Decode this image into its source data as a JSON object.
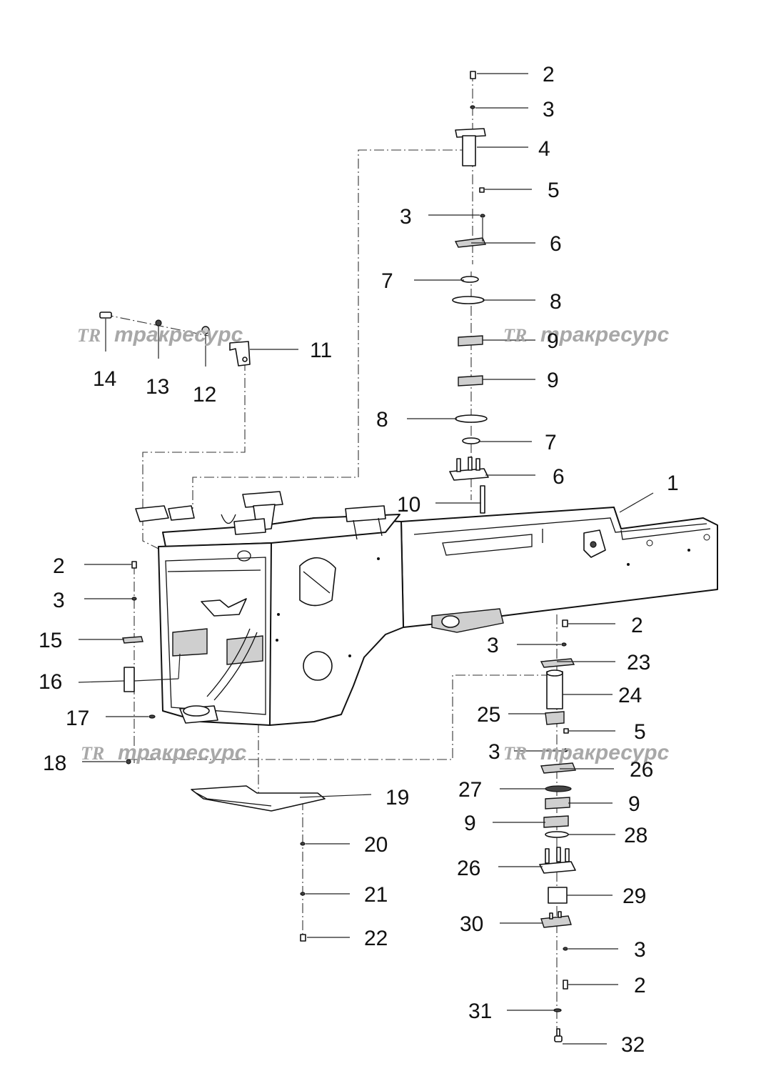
{
  "diagram": {
    "callouts": [
      {
        "id": "c-2a",
        "label": "2"
      },
      {
        "id": "c-3a",
        "label": "3"
      },
      {
        "id": "c-4",
        "label": "4"
      },
      {
        "id": "c-5a",
        "label": "5"
      },
      {
        "id": "c-3b",
        "label": "3"
      },
      {
        "id": "c-6a",
        "label": "6"
      },
      {
        "id": "c-7a",
        "label": "7"
      },
      {
        "id": "c-8a",
        "label": "8"
      },
      {
        "id": "c-9a",
        "label": "9"
      },
      {
        "id": "c-9b",
        "label": "9"
      },
      {
        "id": "c-8b",
        "label": "8"
      },
      {
        "id": "c-7b",
        "label": "7"
      },
      {
        "id": "c-6b",
        "label": "6"
      },
      {
        "id": "c-10",
        "label": "10"
      },
      {
        "id": "c-1",
        "label": "1"
      },
      {
        "id": "c-11",
        "label": "11"
      },
      {
        "id": "c-14",
        "label": "14"
      },
      {
        "id": "c-13",
        "label": "13"
      },
      {
        "id": "c-12",
        "label": "12"
      },
      {
        "id": "c-2b",
        "label": "2"
      },
      {
        "id": "c-3c",
        "label": "3"
      },
      {
        "id": "c-15",
        "label": "15"
      },
      {
        "id": "c-16",
        "label": "16"
      },
      {
        "id": "c-17",
        "label": "17"
      },
      {
        "id": "c-18",
        "label": "18"
      },
      {
        "id": "c-19",
        "label": "19"
      },
      {
        "id": "c-20",
        "label": "20"
      },
      {
        "id": "c-21",
        "label": "21"
      },
      {
        "id": "c-22",
        "label": "22"
      },
      {
        "id": "c-2c",
        "label": "2"
      },
      {
        "id": "c-3d",
        "label": "3"
      },
      {
        "id": "c-23",
        "label": "23"
      },
      {
        "id": "c-24",
        "label": "24"
      },
      {
        "id": "c-25",
        "label": "25"
      },
      {
        "id": "c-5b",
        "label": "5"
      },
      {
        "id": "c-3e",
        "label": "3"
      },
      {
        "id": "c-26a",
        "label": "26"
      },
      {
        "id": "c-27",
        "label": "27"
      },
      {
        "id": "c-9c",
        "label": "9"
      },
      {
        "id": "c-9d",
        "label": "9"
      },
      {
        "id": "c-28",
        "label": "28"
      },
      {
        "id": "c-26b",
        "label": "26"
      },
      {
        "id": "c-29",
        "label": "29"
      },
      {
        "id": "c-30",
        "label": "30"
      },
      {
        "id": "c-3f",
        "label": "3"
      },
      {
        "id": "c-2d",
        "label": "2"
      },
      {
        "id": "c-31",
        "label": "31"
      },
      {
        "id": "c-32",
        "label": "32"
      }
    ],
    "watermark": {
      "logo": "TR",
      "text": "тракресурс"
    }
  }
}
